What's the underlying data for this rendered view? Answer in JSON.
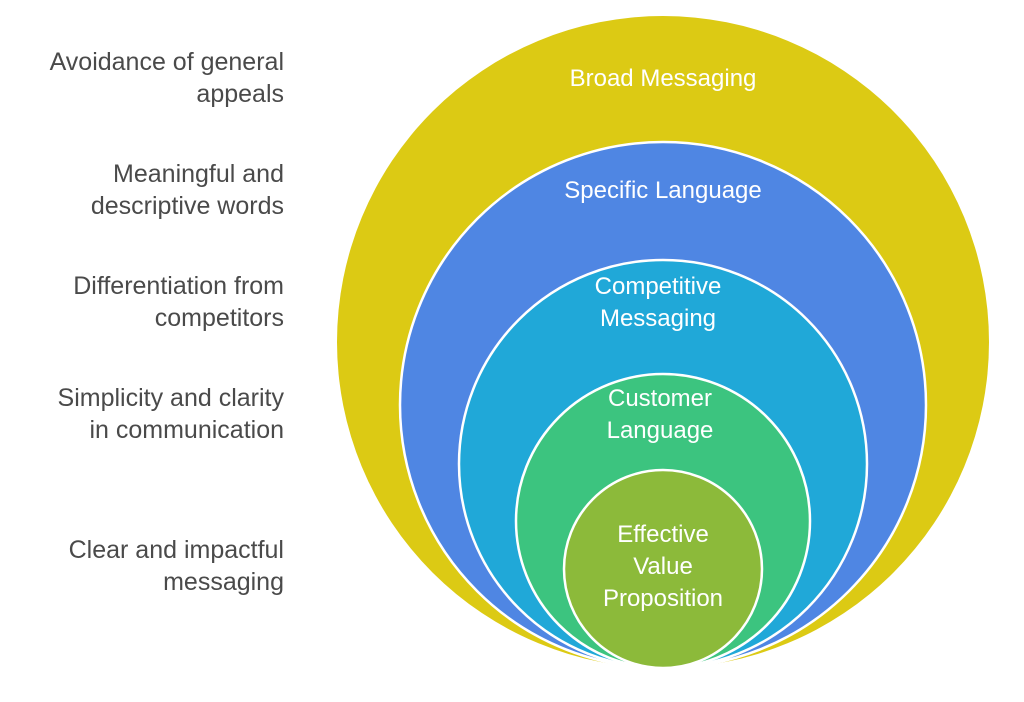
{
  "layers": [
    {
      "label": "Broad Messaging",
      "description": "Avoidance of general\nappeals",
      "color": "#DCCA14"
    },
    {
      "label": "Specific Language",
      "description": "Meaningful and\ndescriptive words",
      "color": "#4F86E3"
    },
    {
      "label": "Competitive\nMessaging",
      "description": "Differentiation from\ncompetitors",
      "color": "#20A8D8"
    },
    {
      "label": "Customer\nLanguage",
      "description": "Simplicity and clarity\nin communication",
      "color": "#3CC47F"
    },
    {
      "label": "Effective\nValue\nProposition",
      "description": "Clear and impactful\nmessaging",
      "color": "#8CBA3A"
    }
  ]
}
